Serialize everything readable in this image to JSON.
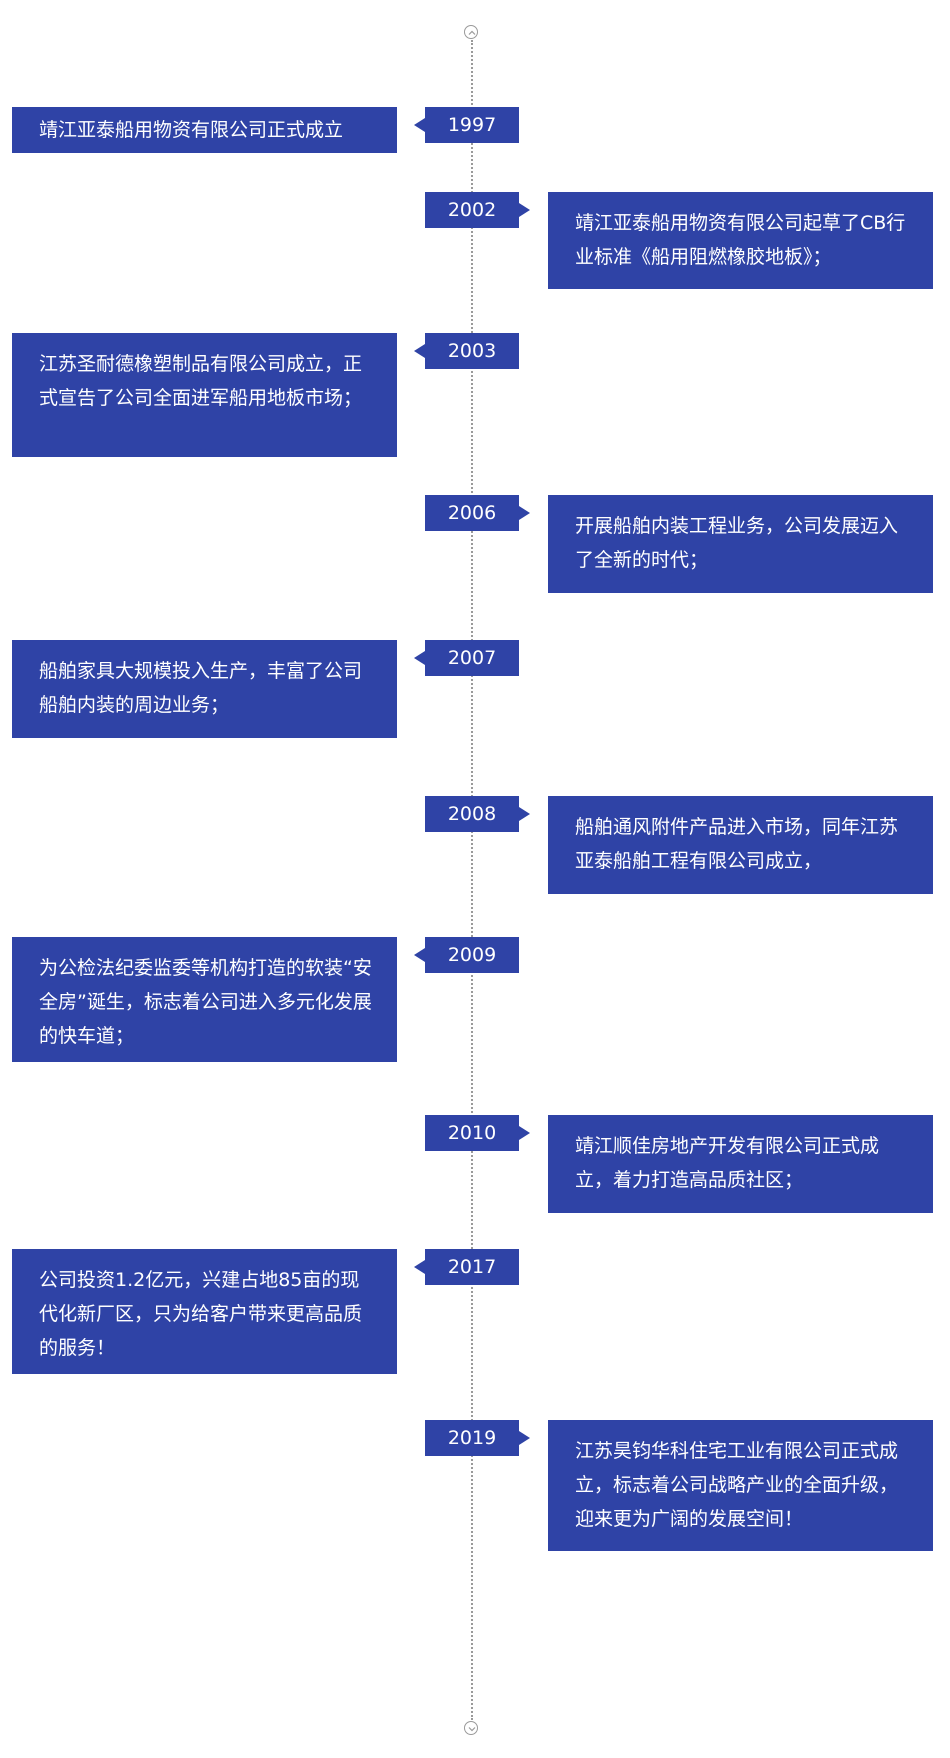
{
  "timeline": {
    "events": [
      {
        "year": "1997",
        "text": "靖江亚泰船用物资有限公司正式成立"
      },
      {
        "year": "2002",
        "text": "靖江亚泰船用物资有限公司起草了CB行业标准《船用阻燃橡胶地板》；"
      },
      {
        "year": "2003",
        "text": "江苏圣耐德橡塑制品有限公司成立，正式宣告了公司全面进军船用地板市场；"
      },
      {
        "year": "2006",
        "text": "开展船舶内装工程业务，公司发展迈入了全新的时代；"
      },
      {
        "year": "2007",
        "text": "船舶家具大规模投入生产，丰富了公司船舶内装的周边业务；"
      },
      {
        "year": "2008",
        "text": "船舶通风附件产品进入市场，同年江苏亚泰船舶工程有限公司成立，"
      },
      {
        "year": "2009",
        "text": "为公检法纪委监委等机构打造的软装“安全房”诞生，标志着公司进入多元化发展的快车道；"
      },
      {
        "year": "2010",
        "text": "靖江顺佳房地产开发有限公司正式成立，着力打造高品质社区；"
      },
      {
        "year": "2017",
        "text": "公司投资1.2亿元，兴建占地85亩的现代化新厂区，只为给客户带来更高品质的服务！"
      },
      {
        "year": "2019",
        "text": "江苏昊钧华科住宅工业有限公司正式成立，标志着公司战略产业的全面升级，迎来更为广阔的发展空间！"
      }
    ]
  },
  "colors": {
    "accent": "#2f43a6",
    "axis": "#9a9a9a"
  },
  "icons": {
    "top": "chevron-up-icon",
    "bottom": "chevron-down-icon"
  }
}
